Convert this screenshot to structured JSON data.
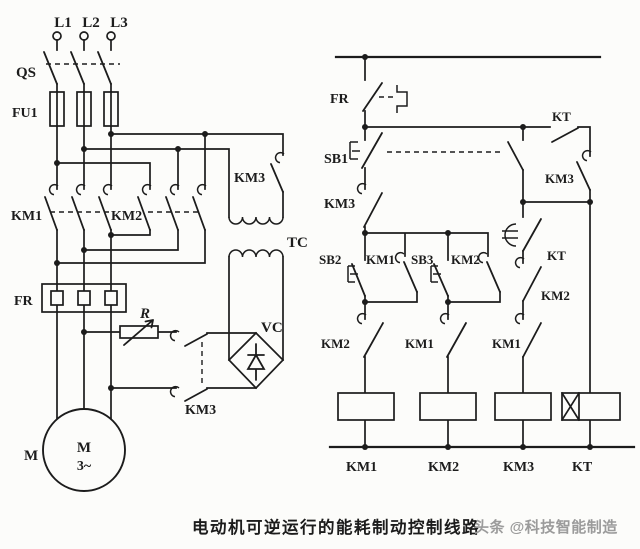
{
  "caption": "电动机可逆运行的能耗制动控制线路",
  "watermark": "头条 @科技智能制造",
  "colors": {
    "ink": "#1c1c1c",
    "paper": "#fcfcfa",
    "watermark": "#9b9b9b"
  },
  "labels": {
    "l1": "L1",
    "l2": "L2",
    "l3": "L3",
    "qs": "QS",
    "fu1": "FU1",
    "km1_main": "KM1",
    "km2_main": "KM2",
    "km3_main": "KM3",
    "tc": "TC",
    "vc": "VC",
    "r": "R",
    "fr_main": "FR",
    "motor_out": "M",
    "motor_in": "M",
    "motor_phase": "3~",
    "km3_brake": "KM3",
    "fr_ctrl": "FR",
    "sb1": "SB1",
    "km3_nc": "KM3",
    "sb2": "SB2",
    "km1_aux": "KM1",
    "sb3": "SB3",
    "km2_aux": "KM2",
    "km2_interlock1": "KM2",
    "km1_interlock2": "KM1",
    "kt_top": "KT",
    "km3_hold": "KM3",
    "kt_delay": "KT",
    "km2_interlock3": "KM2",
    "km1_interlock3": "KM1",
    "coil_km1": "KM1",
    "coil_km2": "KM2",
    "coil_km3": "KM3",
    "coil_kt": "KT"
  }
}
